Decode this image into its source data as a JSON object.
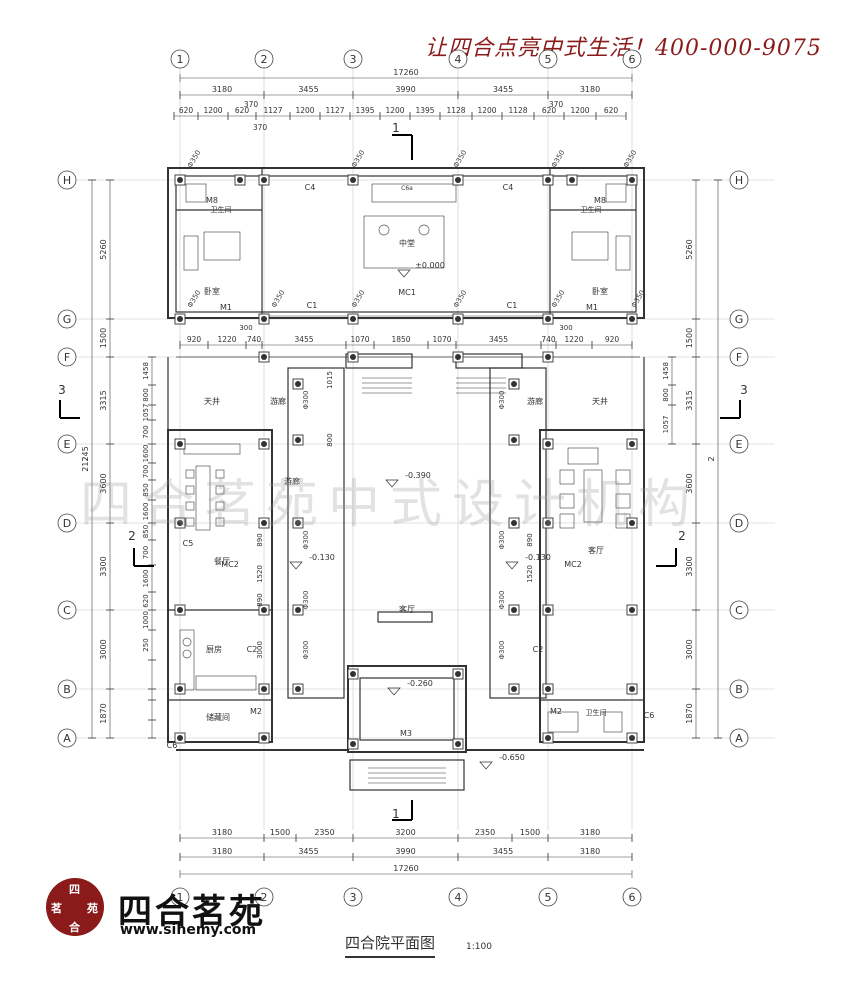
{
  "header": {
    "slogan": "让四合点亮中式生活！400-000-9075"
  },
  "brand": {
    "name": "四合茗苑",
    "url": "www.sihemy.com",
    "seal_chars": [
      "四",
      "茗",
      "合",
      "苑"
    ]
  },
  "drawing": {
    "title": "四合院平面图",
    "scale": "1:100",
    "watermark": "四合茗苑中式设计机构"
  },
  "axes": {
    "columns": [
      "1",
      "2",
      "3",
      "4",
      "5",
      "6"
    ],
    "rows": [
      "H",
      "G",
      "F",
      "E",
      "D",
      "C",
      "B",
      "A"
    ]
  },
  "dims": {
    "top_total": "17260",
    "top_row1": [
      "3180",
      "3455",
      "3990",
      "3455",
      "3180"
    ],
    "top_row2": [
      "620",
      "1200",
      "620",
      "1127",
      "1200",
      "1127",
      "1395",
      "1200",
      "1395",
      "1128",
      "1200",
      "1128",
      "620",
      "1200",
      "620"
    ],
    "top_370": "370",
    "bottom_row1": [
      "3180",
      "1500",
      "2350",
      "3200",
      "2350",
      "1500",
      "3180"
    ],
    "bottom_row2": [
      "3180",
      "3455",
      "3990",
      "3455",
      "3180"
    ],
    "bottom_total": "17260",
    "side_total": "21245",
    "side_major": [
      "5260",
      "1500",
      "3315",
      "3600",
      "3300",
      "3000",
      "1870"
    ],
    "left_minor": [
      "1458",
      "800",
      "1057",
      "700",
      "1600",
      "700",
      "850",
      "1600",
      "850",
      "700",
      "1600",
      "620",
      "1000",
      "250"
    ],
    "right_minor": [
      "1458",
      "800",
      "1057"
    ],
    "inner_row": [
      "920",
      "1220",
      "740",
      "3455",
      "1070",
      "1850",
      "1070",
      "3455",
      "740",
      "1220",
      "920"
    ],
    "inner_misc": [
      "300",
      "300",
      "1015",
      "800",
      "890",
      "1520",
      "890",
      "3000",
      "1520",
      "890"
    ]
  },
  "sections": {
    "s1": "1",
    "s2": "2",
    "s3": "3"
  },
  "rooms": {
    "zhongtang": "中堂",
    "weishengjian": "卫生间",
    "woshi": "卧室",
    "tianjing": "天井",
    "youlang": "游廊",
    "canting": "餐厅",
    "chufang": "厨房",
    "chucangjian": "储藏间",
    "keting": "客厅"
  },
  "doors": {
    "M1": "M1",
    "M2": "M2",
    "M3": "M3",
    "M8": "M8",
    "MC1": "MC1",
    "MC2": "MC2",
    "C1": "C1",
    "C2": "C2",
    "C4": "C4",
    "C5": "C5",
    "C6": "C6",
    "C6a": "C6a"
  },
  "levels": {
    "zero": "±0.000",
    "court": "-0.390",
    "corr": "-0.130",
    "gate": "-0.260",
    "street": "-0.650"
  },
  "column_dia": {
    "d350": "Φ350",
    "d300": "Φ300"
  }
}
